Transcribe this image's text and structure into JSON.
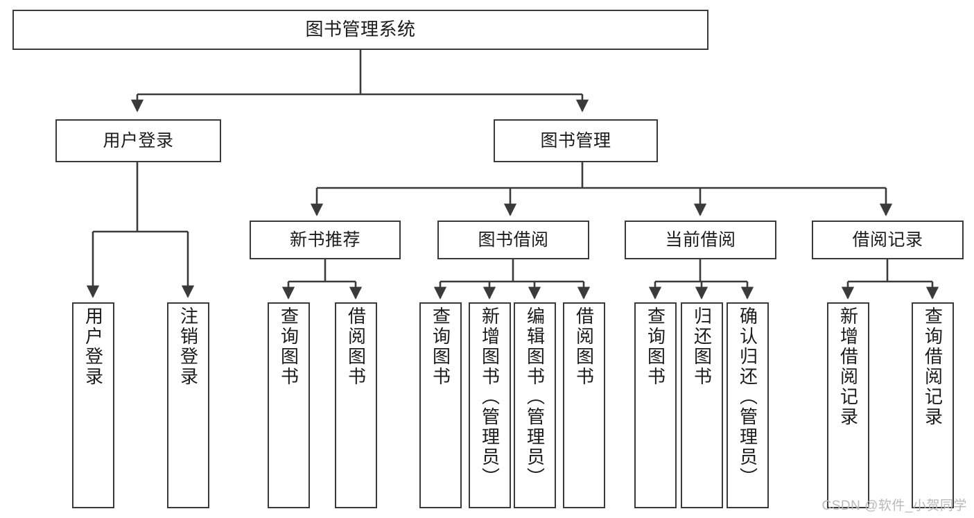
{
  "diagram": {
    "title": "图书管理系统",
    "type": "tree",
    "stroke_color": "#3a3a3a",
    "text_color": "#1b1b1b",
    "background": "#ffffff",
    "root": {
      "id": "root",
      "label": "图书管理系统"
    },
    "level2": [
      {
        "id": "user-login",
        "label": "用户登录"
      },
      {
        "id": "book-manage",
        "label": "图书管理"
      }
    ],
    "level3": [
      {
        "id": "new-book-rec",
        "label": "新书推荐"
      },
      {
        "id": "book-borrow",
        "label": "图书借阅"
      },
      {
        "id": "current-borrow",
        "label": "当前借阅"
      },
      {
        "id": "borrow-record",
        "label": "借阅记录"
      }
    ],
    "leaves": {
      "user_login": [
        {
          "id": "leaf-user-login",
          "label": "用户登录"
        },
        {
          "id": "leaf-logout-login",
          "label": "注销登录"
        }
      ],
      "new_book_rec": [
        {
          "id": "leaf-query-book-1",
          "label": "查询图书"
        },
        {
          "id": "leaf-borrow-book-1",
          "label": "借阅图书"
        }
      ],
      "book_borrow": [
        {
          "id": "leaf-query-book-2",
          "label": "查询图书"
        },
        {
          "id": "leaf-add-book",
          "label": "新增图书（管理员）"
        },
        {
          "id": "leaf-edit-book",
          "label": "编辑图书（管理员）"
        },
        {
          "id": "leaf-borrow-book-2",
          "label": "借阅图书"
        }
      ],
      "current_borrow": [
        {
          "id": "leaf-query-book-3",
          "label": "查询图书"
        },
        {
          "id": "leaf-return-book",
          "label": "归还图书"
        },
        {
          "id": "leaf-confirm-return",
          "label": "确认归还（管理员）"
        }
      ],
      "borrow_record": [
        {
          "id": "leaf-add-record",
          "label": "新增借阅记录"
        },
        {
          "id": "leaf-query-record",
          "label": "查询借阅记录"
        }
      ]
    }
  },
  "watermark": {
    "text": "CSDN @软件_小贺同学",
    "color": "#b9b9b9"
  }
}
